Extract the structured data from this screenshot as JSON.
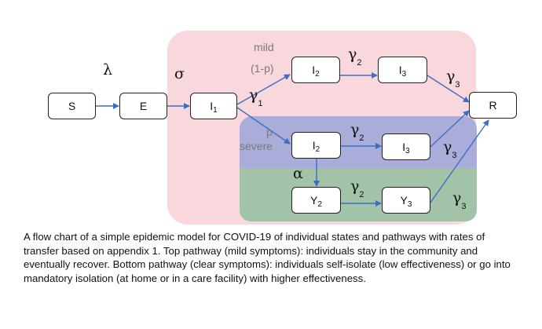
{
  "diagram": {
    "nodes": {
      "S": {
        "label": "S",
        "sub": ""
      },
      "E": {
        "label": "E",
        "sub": ""
      },
      "I1": {
        "label": "I",
        "sub": "1"
      },
      "I2_mild": {
        "label": "I",
        "sub": "2"
      },
      "I3_mild": {
        "label": "I",
        "sub": "3"
      },
      "R": {
        "label": "R",
        "sub": ""
      },
      "I2_severe": {
        "label": "I",
        "sub": "2"
      },
      "I3_severe": {
        "label": "I",
        "sub": "3"
      },
      "Y2": {
        "label": "Y",
        "sub": "2"
      },
      "Y3": {
        "label": "Y",
        "sub": "3"
      }
    },
    "rates": {
      "lambda": "λ",
      "sigma": "σ",
      "gamma": "γ",
      "alpha": "α",
      "sub1": "1",
      "sub2": "2",
      "sub3": "3"
    },
    "labels": {
      "mild": "mild",
      "mild_prob": "(1-p)",
      "severe_prob": "p",
      "severe": "severe"
    },
    "colors": {
      "mild_region": "#f8d7dd",
      "severe_region": "#a3a8d9",
      "isolation_region": "#a3c3a9",
      "arrow": "#3b6fc4"
    }
  },
  "caption": "A flow chart of a simple epidemic model for COVID-19 of individual states and pathways with rates of transfer based on appendix 1. Top pathway (mild symptoms): individuals stay in the community and eventually recover. Bottom pathway (clear symptoms): individuals self-isolate (low effectiveness) or go into mandatory isolation (at home or in a care facility) with higher effectiveness."
}
